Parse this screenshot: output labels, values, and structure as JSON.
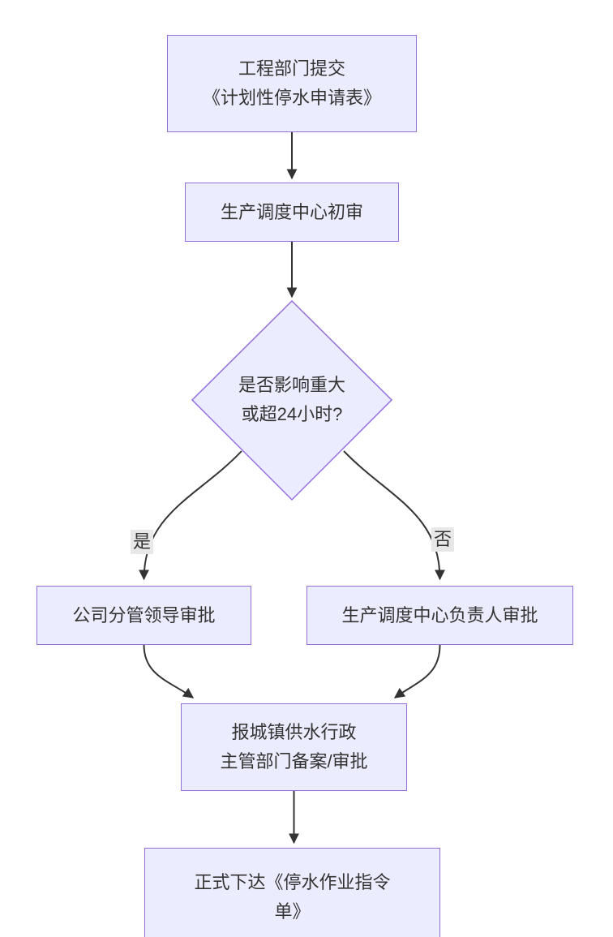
{
  "colors": {
    "node_fill": "#ECECFF",
    "node_border": "#9370DB",
    "edge_stroke": "#333333",
    "text": "#333333",
    "edge_label_bg": "#e8e8e8"
  },
  "flowchart": {
    "type": "flowchart-top-down",
    "nodes": {
      "submit": {
        "line1": "工程部门提交",
        "line2": "《计划性停水申请表》"
      },
      "initial_review": {
        "line1": "生产调度中心初审"
      },
      "decision": {
        "line1": "是否影响重大",
        "line2": "或超24小时?"
      },
      "leader_approval": {
        "line1": "公司分管领导审批"
      },
      "center_head_approval": {
        "line1": "生产调度中心负责人审批"
      },
      "gov_filing": {
        "line1": "报城镇供水行政",
        "line2": "主管部门备案/审批"
      },
      "issue_order": {
        "line1": "正式下达《停水作业指令",
        "line2": "单》"
      }
    },
    "edge_labels": {
      "yes": "是",
      "no": "否"
    }
  }
}
